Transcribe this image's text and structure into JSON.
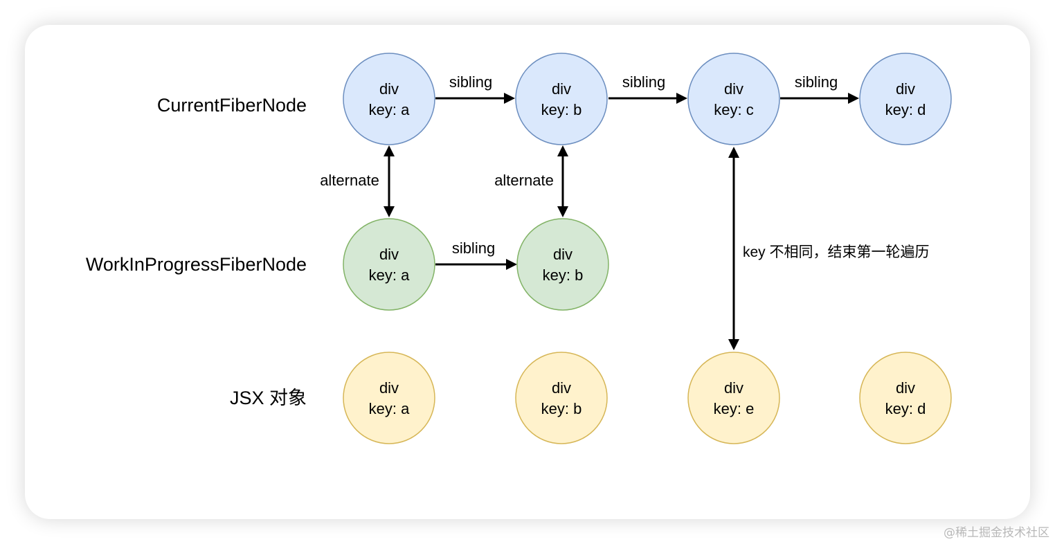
{
  "colors": {
    "current_fill": "#dae8fc",
    "current_stroke": "#6c8ebf",
    "wip_fill": "#d5e8d4",
    "wip_stroke": "#82b366",
    "jsx_fill": "#fff2cc",
    "jsx_stroke": "#d6b656"
  },
  "rows": {
    "current": "CurrentFiberNode",
    "wip": "WorkInProgressFiberNode",
    "jsx": "JSX 对象"
  },
  "nodes": {
    "current": [
      {
        "type": "div",
        "key": "key: a"
      },
      {
        "type": "div",
        "key": "key: b"
      },
      {
        "type": "div",
        "key": "key: c"
      },
      {
        "type": "div",
        "key": "key: d"
      }
    ],
    "wip": [
      {
        "type": "div",
        "key": "key: a"
      },
      {
        "type": "div",
        "key": "key: b"
      }
    ],
    "jsx": [
      {
        "type": "div",
        "key": "key: a"
      },
      {
        "type": "div",
        "key": "key: b"
      },
      {
        "type": "div",
        "key": "key: e"
      },
      {
        "type": "div",
        "key": "key: d"
      }
    ]
  },
  "edges": {
    "sibling": "sibling",
    "alternate": "alternate",
    "mismatch": "key 不相同，结束第一轮遍历"
  },
  "watermark": "@稀土掘金技术社区"
}
